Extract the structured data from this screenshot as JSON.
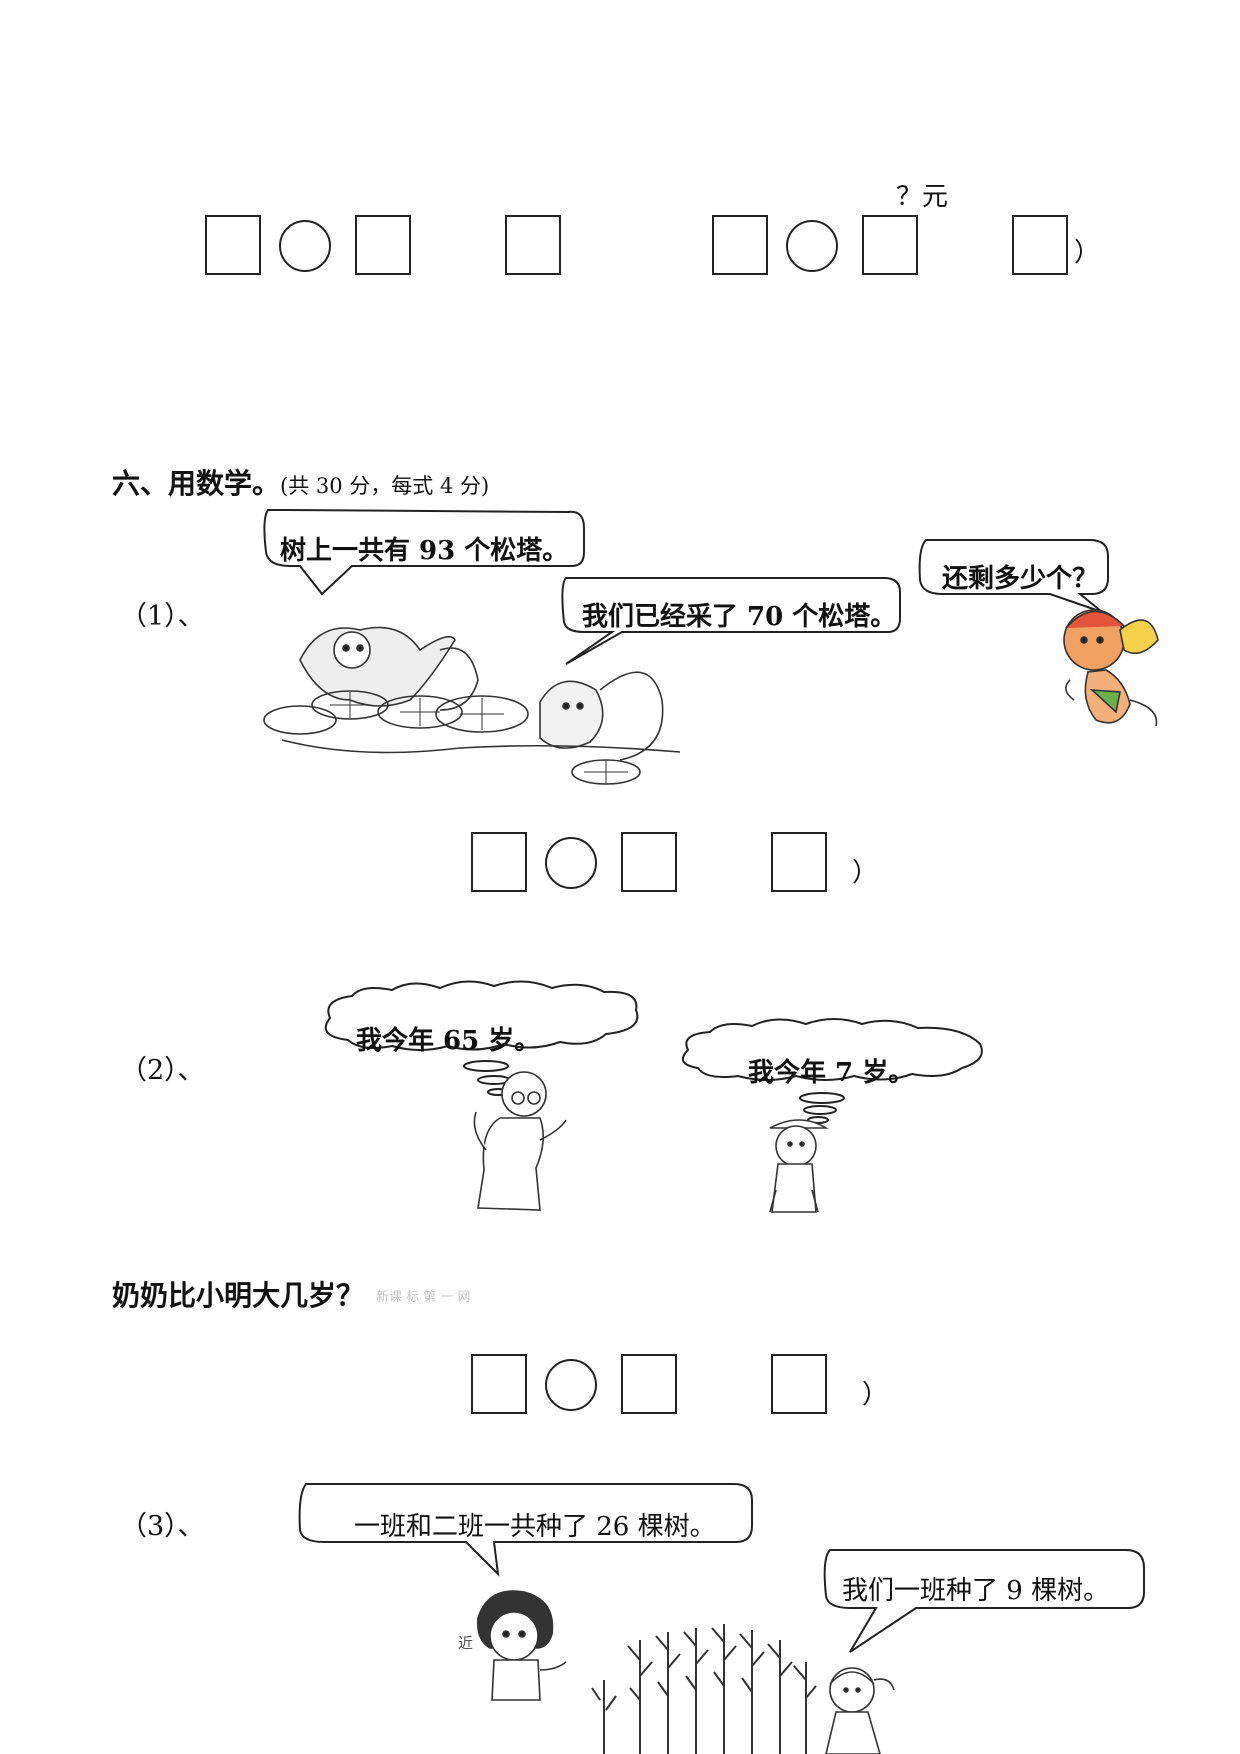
{
  "top": {
    "price_label": "？元",
    "paren_right": "）"
  },
  "section6": {
    "title": "六、用数学。",
    "note": "(共 30 分，每式 4 分)"
  },
  "problem1": {
    "label": "（1）、",
    "bubble_a": "树上一共有 93 个松塔。",
    "bubble_b": "我们已经采了 70 个松塔。",
    "bubble_c": "还剩多少个？",
    "paren": "）"
  },
  "problem2": {
    "label": "（2）、",
    "bubble_a": "我今年 65 岁。",
    "bubble_b": "我今年 7 岁。",
    "question": "奶奶比小明大几岁？",
    "watermark": "新课  标 第 一 网",
    "paren": "）"
  },
  "problem3": {
    "label": "（3）、",
    "bubble_a": "一班和二班一共种了 26 棵树。",
    "bubble_b": "我们一班种了 9 棵树。",
    "stray_char": "近"
  },
  "icons": [
    "squirrel-illustration",
    "fairy-illustration",
    "grandma-illustration",
    "boy-illustration",
    "girl-illustration",
    "trees-illustration"
  ]
}
